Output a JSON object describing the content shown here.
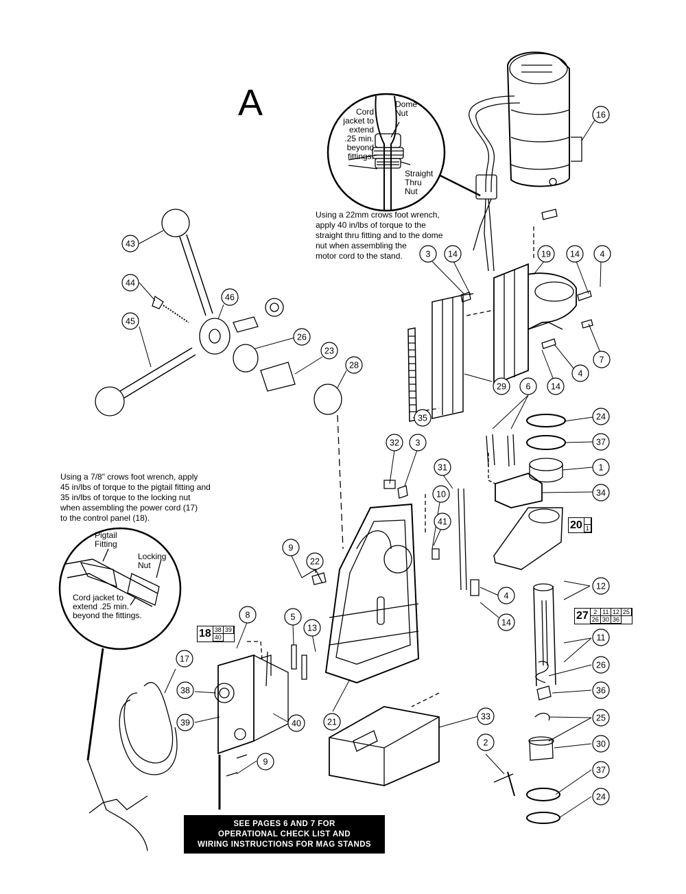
{
  "page": {
    "letter": "A"
  },
  "notes": {
    "cord_note": "Using a 22mm crows foot wrench,\napply 40 in/lbs of torque to the\nstraight thru fitting and to the dome\nnut when assembling the\nmotor cord to the stand.",
    "power_note": "Using a 7/8\" crows foot wrench, apply\n45 in/lbs of torque to the pigtail fitting and\n35 in/lbs of torque to the locking nut\nwhen assembling the power cord (17)\nto the control panel (18)."
  },
  "detail_top": {
    "cord_jacket": "Cord\njacket to\nextend\n.25 min.\nbeyond\nfittings.",
    "dome_nut": "Dome\nNut",
    "straight_thru_nut": "Straight\nThru\nNut"
  },
  "detail_left": {
    "pigtail_fitting": "Pigtail\nFitting",
    "locking_nut": "Locking\nNut",
    "cord_jacket": "Cord jacket to\nextend .25 min.\nbeyond the fittings."
  },
  "banner": "SEE PAGES 6 AND 7 FOR\nOPERATIONAL CHECK LIST AND\nWIRING INSTRUCTIONS FOR MAG STANDS",
  "assemblies": {
    "a18": {
      "main": "18",
      "subs": [
        "38",
        "39",
        "40"
      ]
    },
    "a20": {
      "main": "20",
      "subs": [
        "1"
      ]
    },
    "a27": {
      "main": "27",
      "subs": [
        "2",
        "11",
        "12",
        "25",
        "26",
        "30",
        "36"
      ]
    }
  },
  "callouts": [
    "16",
    "43",
    "44",
    "46",
    "45",
    "26",
    "23",
    "28",
    "3",
    "14",
    "19",
    "14",
    "4",
    "7",
    "4",
    "14",
    "29",
    "6",
    "35",
    "24",
    "37",
    "1",
    "34",
    "32",
    "3",
    "31",
    "10",
    "41",
    "9",
    "22",
    "4",
    "14",
    "12",
    "8",
    "5",
    "13",
    "11",
    "26",
    "36",
    "25",
    "17",
    "38",
    "39",
    "40",
    "21",
    "33",
    "2",
    "30",
    "37",
    "24",
    "9"
  ]
}
